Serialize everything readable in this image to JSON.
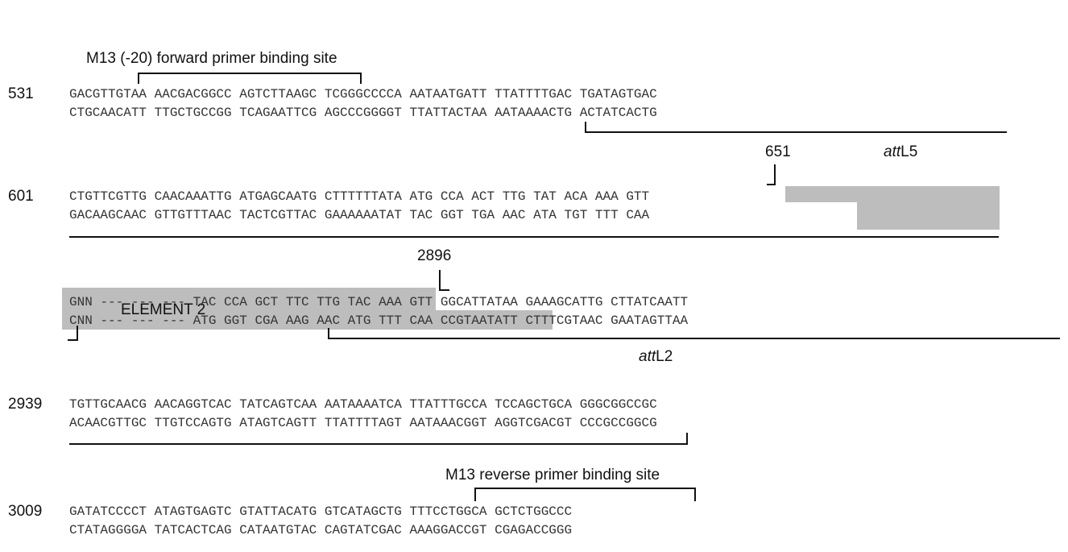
{
  "labels": {
    "m13_forward": "M13 (-20) forward primer binding site",
    "attl5_italic": "att",
    "attl5_suffix": "L5",
    "site_651": "651",
    "site_2896": "2896",
    "element": "ELEMENT 2",
    "attl2_italic": "att",
    "attl2_suffix": "L2",
    "m13_reverse": "M13 reverse primer binding site"
  },
  "blocks": [
    {
      "number": "531",
      "top": "GACGTTGTAA AACGACGGCC AGTCTTAAGC TCGGGCCCCA AATAATGATT TTATTTTGAC TGATAGTGAC",
      "bottom": "CTGCAACATT TTGCTGCCGG TCAGAATTCG AGCCCGGGGT TTATTACTAA AATAAAACTG ACTATCACTG"
    },
    {
      "number": "601",
      "top": "CTGTTCGTTG CAACAAATTG ATGAGCAATG CTTTTTTATA ATG CCA ACT TTG TAT ACA AAA GTT",
      "bottom": "GACAAGCAAC GTTGTTTAAC TACTCGTTAC GAAAAAATAT TAC GGT TGA AAC ATA TGT TTT CAA"
    },
    {
      "number": "",
      "top": "GNN --- --- --- TAC CCA GCT TTC TTG TAC AAA GTT GGCATTATAA GAAAGCATTG CTTATCAATT",
      "bottom": "CNN --- --- --- ATG GGT CGA AAG AAC ATG TTT CAA CCGTAATATT CTTTCGTAAC GAATAGTTAA"
    },
    {
      "number": "2939",
      "top": "TGTTGCAACG AACAGGTCAC TATCAGTCAA AATAAAATCA TTATTTGCCA TCCAGCTGCA GGGCGGCCGC",
      "bottom": "ACAACGTTGC TTGTCCAGTG ATAGTCAGTT TTATTTTAGT AATAAACGGT AGGTCGACGT CCCGCCGGCG"
    },
    {
      "number": "3009",
      "top": "GATATCCCCT ATAGTGAGTC GTATTACATG GTCATAGCTG TTTCCTGGCA GCTCTGGCCC",
      "bottom": "CTATAGGGGA TATCACTCAG CATAATGTAC CAGTATCGAC AAAGGACCGT CGAGACCGGG"
    }
  ],
  "colors": {
    "shade": "#bdbdbd",
    "line": "#111111",
    "sequence": "#333333"
  }
}
